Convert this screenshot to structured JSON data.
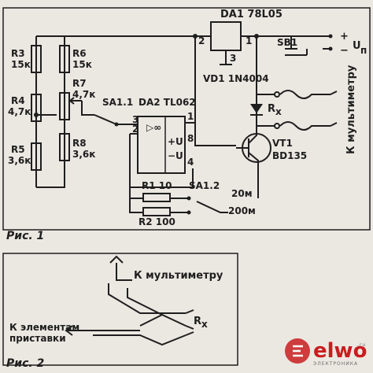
{
  "figure1": {
    "caption": "Рис. 1",
    "ic_regulator": "DA1 78L05",
    "pin_2": "2",
    "pin_1": "1",
    "pin_3": "3",
    "switch_sb1": "SB1",
    "plus": "+",
    "minus": "−",
    "supply_label": "U",
    "supply_sub": "п",
    "diode": "VD1 1N4004",
    "rx": "R",
    "rx_sub": "x",
    "output_label": "К мультиметру",
    "r3": "R3",
    "r3_val": "15к",
    "r6": "R6",
    "r6_val": "15к",
    "r4": "R4",
    "r4_val": "4,7к",
    "r7": "R7",
    "r7_val": "4,7к",
    "r5": "R5",
    "r5_val": "3,6к",
    "r8": "R8",
    "r8_val": "3,6к",
    "switch_sa11": "SA1.1",
    "opamp": "DA2 TL062",
    "op_pin_3": "3",
    "op_pin_2": "2",
    "op_pin_1": "1",
    "op_pin_4": "4",
    "op_pin_8": "8",
    "op_symbol": "▷∞",
    "op_plus_u": "+U",
    "op_minus_u": "−U",
    "transistor": "VT1",
    "transistor_type": "BD135",
    "r1": "R1 10",
    "r2": "R2 100",
    "switch_sa12": "SA1.2",
    "range_20m": "20м",
    "range_200m": "200м"
  },
  "figure2": {
    "caption": "Рис. 2",
    "to_multimeter": "К мультиметру",
    "to_elements_line1": "К элементам",
    "to_elements_line2": "приставки",
    "rx": "R",
    "rx_sub": "x"
  },
  "watermark": {
    "brand": "elwo",
    "tld": ".ru",
    "subtitle": "ЭЛЕКТРОНИКА"
  },
  "colors": {
    "paper": "#ebe8e2",
    "ink": "#1e1e1e",
    "logo_red": "#c91d20"
  }
}
